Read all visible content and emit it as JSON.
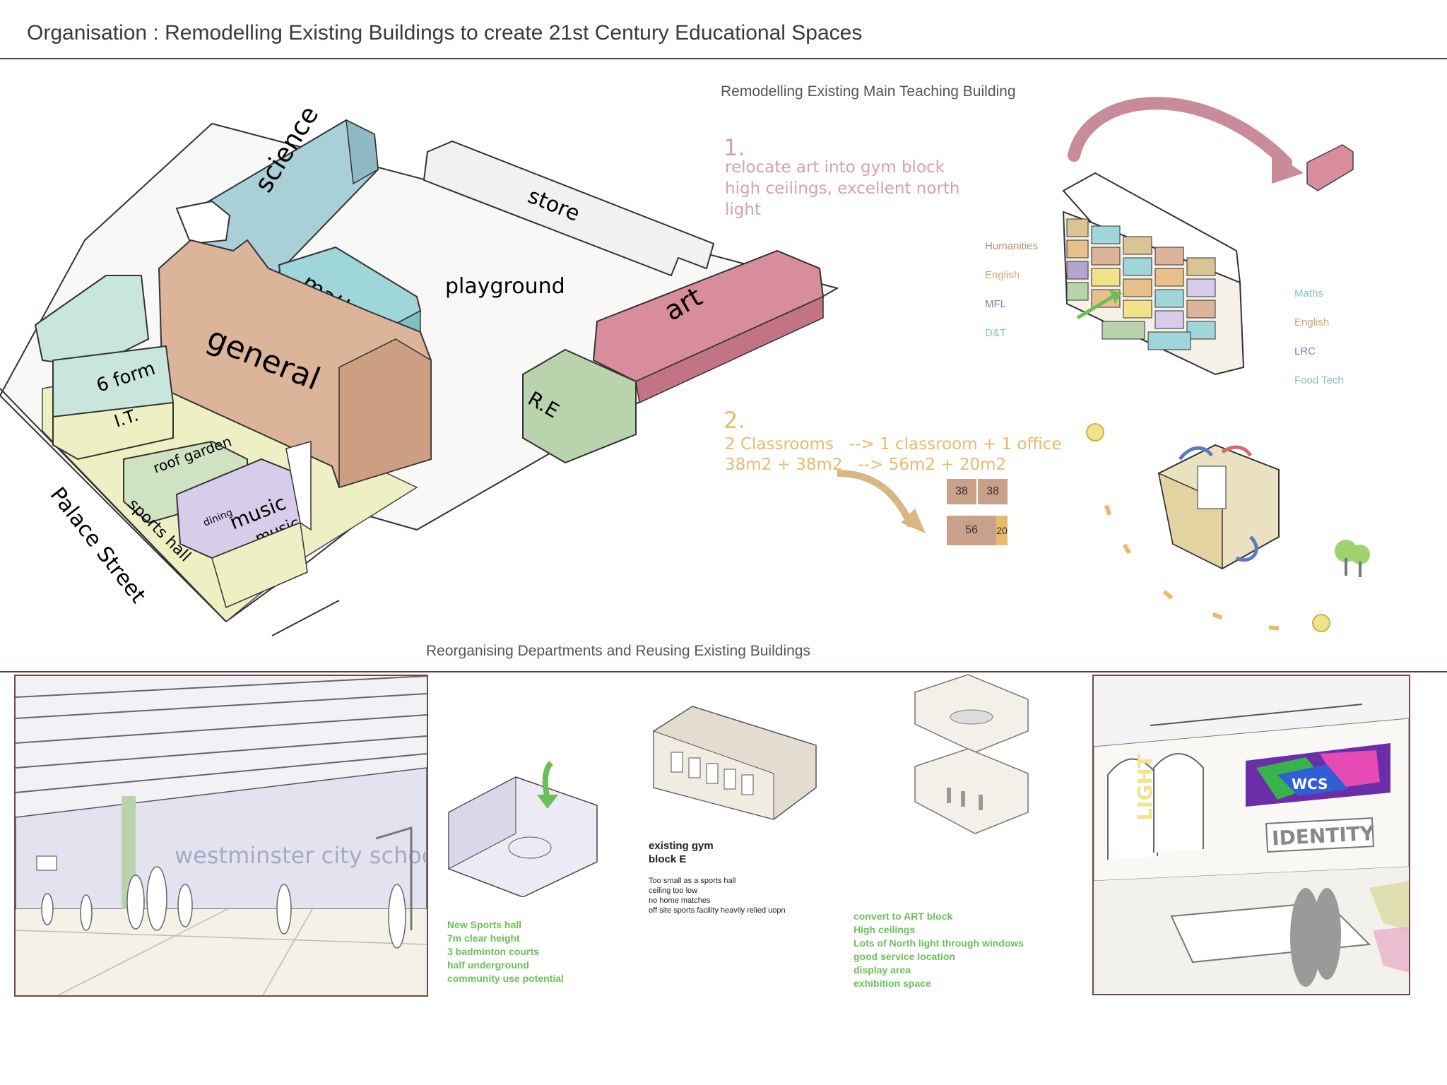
{
  "header": {
    "title": "Organisation : Remodelling Existing Buildings to create 21st Century Educational Spaces"
  },
  "site_plan": {
    "blocks": {
      "science": "science",
      "store": "store",
      "maths": "maths",
      "playground": "playground",
      "general": "general",
      "art": "art",
      "re": "R.E",
      "sixth_form": "6 form",
      "it": "I.T.",
      "roof_garden": "roof garden",
      "sports_hall": "sports hall",
      "music": "music",
      "music_small": "music",
      "dining": "dining"
    },
    "street": "Palace Street",
    "caption": "Reorganising Departments and Reusing Existing Buildings"
  },
  "remodel": {
    "title": "Remodelling Existing Main Teaching Building",
    "step1_num": "1.",
    "step1_l1": "relocate art into gym block",
    "step1_l2": "high ceilings, excellent north",
    "step1_l3": "light",
    "left_labels": [
      "Humanities",
      "English",
      "MFL",
      "D&T"
    ],
    "right_labels": [
      "Maths",
      "English",
      "LRC",
      "Food Tech"
    ],
    "step2_num": "2.",
    "step2_l1a": "2 Classrooms",
    "step2_l1b": "--> 1 classroom + 1 office",
    "step2_l2a": "38m2 + 38m2",
    "step2_l2b": "--> 56m2 + 20m2",
    "box_a": "38",
    "box_b": "38",
    "box_c": "56",
    "box_d": "20"
  },
  "bottom": {
    "mural_text": "westminster city school",
    "sports_notes": [
      "New Sports hall",
      "7m clear height",
      "3 badminton courts",
      "half underground",
      "community use potential"
    ],
    "gym_title_l1": "existing gym",
    "gym_title_l2": "block E",
    "gym_notes": [
      "Too small as a sports hall",
      "ceiling too low",
      "no home matches",
      "off site sports facility heavily relied uopn"
    ],
    "art_notes": [
      "convert to ART block",
      "High ceilings",
      "Lots of North light through windows",
      "good service location",
      "display area",
      "exhibition space"
    ],
    "light_word": "LIGHT",
    "identity_word": "IDENTITY",
    "banner_text": "WCS"
  },
  "colors": {
    "science": "#a9cfd9",
    "maths": "#9fd6d9",
    "general": "#dcb49a",
    "art": "#d88c9c",
    "re": "#b9d3ac",
    "store": "#f1f1f1",
    "sixth_form": "#c8e6dc",
    "yellow_zone": "#eef0c4",
    "music": "#d7ccea",
    "roof_garden": "#cfe3c2",
    "rule": "#6b3b3b",
    "pink_text": "#d4a0b0",
    "orange_text": "#e9b96e",
    "green_text": "#6bbf59"
  }
}
